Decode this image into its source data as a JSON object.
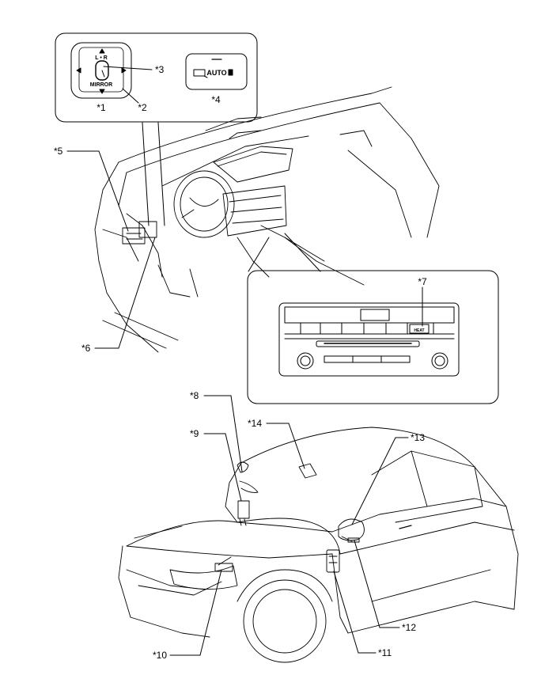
{
  "mirror_switch": {
    "top_label": "L • R",
    "bottom_label": "MIRROR"
  },
  "auto_switch": {
    "label": "AUTO"
  },
  "audio_panel": {
    "button_label": "HEAT"
  },
  "callouts": {
    "c1": "*1",
    "c2": "*2",
    "c3": "*3",
    "c4": "*4",
    "c5": "*5",
    "c6": "*6",
    "c7": "*7",
    "c8": "*8",
    "c9": "*9",
    "c10": "*10",
    "c11": "*11",
    "c12": "*12",
    "c13": "*13",
    "c14": "*14"
  }
}
